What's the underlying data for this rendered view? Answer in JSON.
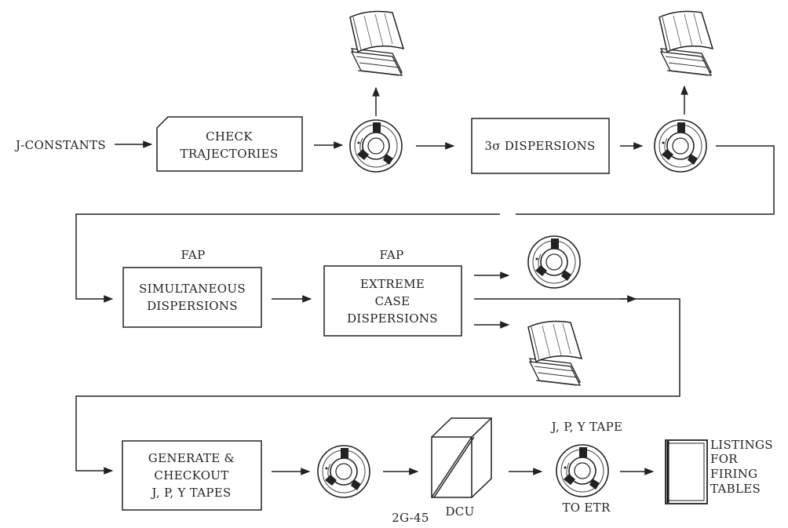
{
  "input_label": "J-CONSTANTS",
  "boxes": {
    "check": [
      "CHECK",
      "TRAJECTORIES"
    ],
    "sigma": "3σ DISPERSIONS",
    "simultaneous": [
      "SIMULTANEOUS",
      "DISPERSIONS"
    ],
    "extreme": [
      "EXTREME",
      "CASE",
      "DISPERSIONS"
    ],
    "generate": [
      "GENERATE &",
      "CHECKOUT",
      "J, P, Y TAPES"
    ]
  },
  "fap_label": "FAP",
  "dcu_label": "DCU",
  "tape_label_top": "J, P, Y TAPE",
  "tape_label_bottom": "TO ETR",
  "listings": [
    "LISTINGS",
    "FOR",
    "FIRING",
    "TABLES"
  ],
  "figure_id": "2G-45",
  "icons": [
    "printout-icon",
    "tape-reel-icon",
    "dcu-cube-icon",
    "listing-binder-icon"
  ]
}
